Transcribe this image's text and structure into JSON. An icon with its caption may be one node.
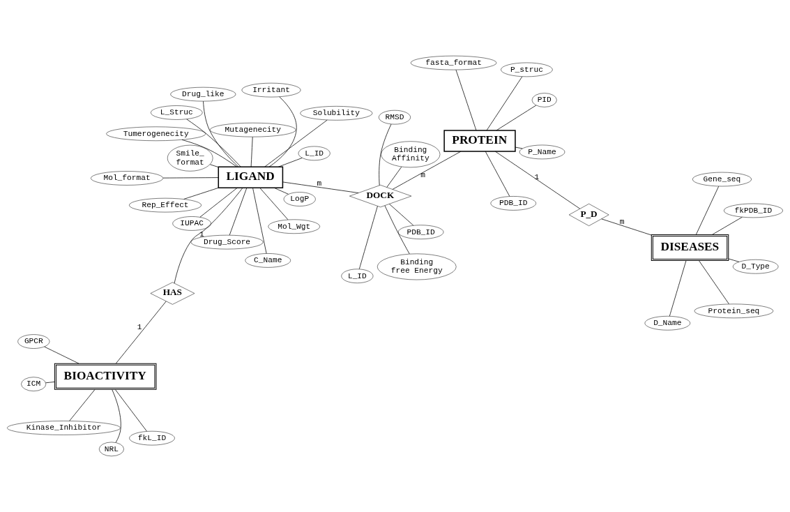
{
  "diagram": {
    "nodes": [
      {
        "text": [
          "LIGAND"
        ]
      },
      {
        "text": [
          "DOCK"
        ]
      },
      {
        "text": [
          "PROTEIN"
        ]
      },
      {
        "text": [
          "HAS"
        ]
      },
      {
        "text": [
          "P_D"
        ]
      },
      {
        "text": [
          "BIOACTIVITY"
        ]
      },
      {
        "text": [
          "DISEASES"
        ]
      },
      {
        "text": [
          "L_Struc"
        ]
      },
      {
        "text": [
          "IUPAC"
        ]
      },
      {
        "text": [
          "Mol_Wgt"
        ]
      },
      {
        "text": [
          "LogP"
        ]
      },
      {
        "text": [
          "Solubility"
        ]
      },
      {
        "text": [
          "C_Name"
        ]
      },
      {
        "text": [
          "L_ID"
        ]
      },
      {
        "text": [
          "Drug_Score"
        ]
      },
      {
        "text": [
          "Drug_like"
        ]
      },
      {
        "text": [
          "Mutagenecity"
        ]
      },
      {
        "text": [
          "Tumerogenecity"
        ]
      },
      {
        "text": [
          "Irritant"
        ]
      },
      {
        "text": [
          "Rep_Effect"
        ]
      },
      {
        "text": [
          "Smile_ format"
        ]
      },
      {
        "text": [
          "Mol_format"
        ]
      },
      {
        "text": [
          "L_ID"
        ]
      },
      {
        "text": [
          "RMSD"
        ]
      },
      {
        "text": [
          "PDB_ID"
        ]
      },
      {
        "text": [
          "Binding Affinity"
        ]
      },
      {
        "text": [
          "Binding free Energy"
        ]
      },
      {
        "text": [
          "PDB_ID"
        ]
      },
      {
        "text": [
          "PID"
        ]
      },
      {
        "text": [
          "P_Name"
        ]
      },
      {
        "text": [
          "P_struc"
        ]
      },
      {
        "text": [
          "fasta_format"
        ]
      },
      {
        "text": [
          "GPCR"
        ]
      },
      {
        "text": [
          "ICM"
        ]
      },
      {
        "text": [
          "Kinase_Inhibitor"
        ]
      },
      {
        "text": [
          "NRL"
        ]
      },
      {
        "text": [
          "fkL_ID"
        ]
      },
      {
        "text": [
          "D_Name"
        ]
      },
      {
        "text": [
          "fkPDB_ID"
        ]
      },
      {
        "text": [
          "Gene_seq"
        ]
      },
      {
        "text": [
          "D_Type"
        ]
      },
      {
        "text": [
          "Protein_seq"
        ]
      }
    ],
    "edges": [
      {
        "from": 0,
        "to": 1,
        "arrow": "none",
        "label": "m"
      },
      {
        "from": 1,
        "to": 2,
        "arrow": "none",
        "label": "m"
      },
      {
        "from": 0,
        "to": 3,
        "arrow": "none",
        "label": "1"
      },
      {
        "from": 3,
        "to": 5,
        "arrow": "none",
        "label": "1"
      },
      {
        "from": 2,
        "to": 4,
        "arrow": "none",
        "label": "1"
      },
      {
        "from": 4,
        "to": 6,
        "arrow": "none",
        "label": "m"
      },
      {
        "from": 7,
        "to": 0,
        "arrow": "none"
      },
      {
        "from": 8,
        "to": 0,
        "arrow": "none"
      },
      {
        "from": 9,
        "to": 0,
        "arrow": "none"
      },
      {
        "from": 10,
        "to": 0,
        "arrow": "none"
      },
      {
        "from": 11,
        "to": 0,
        "arrow": "none"
      },
      {
        "from": 12,
        "to": 0,
        "arrow": "none"
      },
      {
        "from": 13,
        "to": 0,
        "arrow": "none"
      },
      {
        "from": 14,
        "to": 0,
        "arrow": "none"
      },
      {
        "from": 15,
        "to": 0,
        "arrow": "none"
      },
      {
        "from": 16,
        "to": 0,
        "arrow": "none"
      },
      {
        "from": 17,
        "to": 0,
        "arrow": "none"
      },
      {
        "from": 18,
        "to": 0,
        "arrow": "none"
      },
      {
        "from": 19,
        "to": 0,
        "arrow": "none"
      },
      {
        "from": 20,
        "to": 0,
        "arrow": "none"
      },
      {
        "from": 21,
        "to": 0,
        "arrow": "none"
      },
      {
        "from": 22,
        "to": 1,
        "arrow": "none"
      },
      {
        "from": 23,
        "to": 1,
        "arrow": "none"
      },
      {
        "from": 24,
        "to": 1,
        "arrow": "none"
      },
      {
        "from": 25,
        "to": 1,
        "arrow": "none"
      },
      {
        "from": 26,
        "to": 1,
        "arrow": "none"
      },
      {
        "from": 27,
        "to": 2,
        "arrow": "none"
      },
      {
        "from": 28,
        "to": 2,
        "arrow": "none"
      },
      {
        "from": 29,
        "to": 2,
        "arrow": "none"
      },
      {
        "from": 30,
        "to": 2,
        "arrow": "none"
      },
      {
        "from": 31,
        "to": 2,
        "arrow": "none"
      },
      {
        "from": 32,
        "to": 5,
        "arrow": "none"
      },
      {
        "from": 33,
        "to": 5,
        "arrow": "none"
      },
      {
        "from": 34,
        "to": 5,
        "arrow": "none"
      },
      {
        "from": 35,
        "to": 5,
        "arrow": "none"
      },
      {
        "from": 36,
        "to": 5,
        "arrow": "none"
      },
      {
        "from": 37,
        "to": 6,
        "arrow": "none"
      },
      {
        "from": 38,
        "to": 6,
        "arrow": "none"
      },
      {
        "from": 39,
        "to": 6,
        "arrow": "none"
      },
      {
        "from": 40,
        "to": 6,
        "arrow": "none"
      },
      {
        "from": 41,
        "to": 6,
        "arrow": "none"
      }
    ]
  }
}
